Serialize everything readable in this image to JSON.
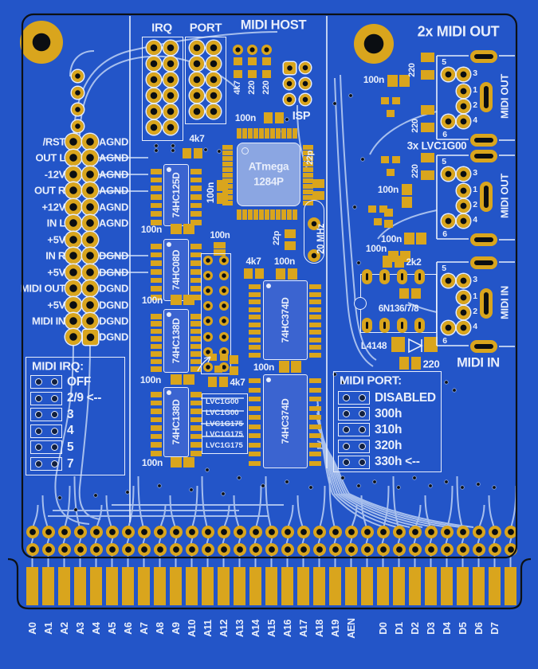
{
  "titles": {
    "irq": "IRQ",
    "port": "PORT",
    "midi_host": "MIDI HOST",
    "isp": "ISP",
    "two_x_midi_out": "2x MIDI OUT",
    "three_x_lvc": "3x LVC1G00",
    "midi_in_big": "MIDI IN"
  },
  "parts": {
    "r4k7": "4k7",
    "r220": "220",
    "r2k2": "2k2",
    "c100n": "100n",
    "c22p": "22p",
    "xtal": "20 MHz",
    "diode": "L4148",
    "opto": "6N136/7/8",
    "mcu1": "ATmega",
    "mcu2": "1284P",
    "u125": "74HC125D",
    "u08": "74HC08D",
    "u138": "74HC138D",
    "u374": "74HC374D"
  },
  "lvc_list": [
    "LVC1G00",
    "LVC1G00",
    "LVC1G175",
    "LVC1G175",
    "LVC1G175"
  ],
  "left_header": {
    "rows": [
      {
        "left": "/RST",
        "right": "AGND"
      },
      {
        "left": "OUT L",
        "right": "AGND"
      },
      {
        "left": "-12V",
        "right": "AGND"
      },
      {
        "left": "OUT R",
        "right": "AGND"
      },
      {
        "left": "+12V",
        "right": "AGND"
      },
      {
        "left": "IN L",
        "right": "AGND"
      },
      {
        "left": "+5V",
        "right": ""
      },
      {
        "left": "IN R",
        "right": "DGND"
      },
      {
        "left": "+5V",
        "right": "DGND"
      },
      {
        "left": "MIDI OUT",
        "right": "DGND"
      },
      {
        "left": "+5V",
        "right": "DGND"
      },
      {
        "left": "MIDI IN",
        "right": "DGND"
      },
      {
        "left": "",
        "right": "DGND"
      }
    ]
  },
  "midi_irq": {
    "title": "MIDI IRQ:",
    "options": [
      "OFF",
      "2/9 <--",
      "3",
      "4",
      "5",
      "7"
    ]
  },
  "midi_port": {
    "title": "MIDI PORT:",
    "options": [
      "DISABLED",
      "300h",
      "310h",
      "320h",
      "330h <--"
    ]
  },
  "connectors": [
    {
      "label": "MIDI OUT",
      "pins": [
        "5",
        "3",
        "1",
        "2",
        "4",
        "6"
      ]
    },
    {
      "label": "MIDI OUT",
      "pins": [
        "5",
        "3",
        "1",
        "2",
        "4",
        "6"
      ]
    },
    {
      "label": "MIDI IN",
      "pins": [
        "5",
        "3",
        "1",
        "2",
        "4",
        "6"
      ]
    }
  ],
  "edge_labels": [
    "A0",
    "A1",
    "A2",
    "A3",
    "A4",
    "A5",
    "A6",
    "A7",
    "A8",
    "A9",
    "A10",
    "A11",
    "A12",
    "A13",
    "A14",
    "A15",
    "A16",
    "A17",
    "A18",
    "A19",
    "AEN",
    "",
    "D0",
    "D1",
    "D2",
    "D3",
    "D4",
    "D5",
    "D6",
    "D7",
    ""
  ],
  "colors": {
    "board": "#2355c8",
    "trace": "#a7bfed",
    "pad_gold": "#d9a51d",
    "silk": "#e8eefb",
    "outline": "#0d1115",
    "mcu_body": "#8ba6e2",
    "drill": "#0b0e12"
  }
}
